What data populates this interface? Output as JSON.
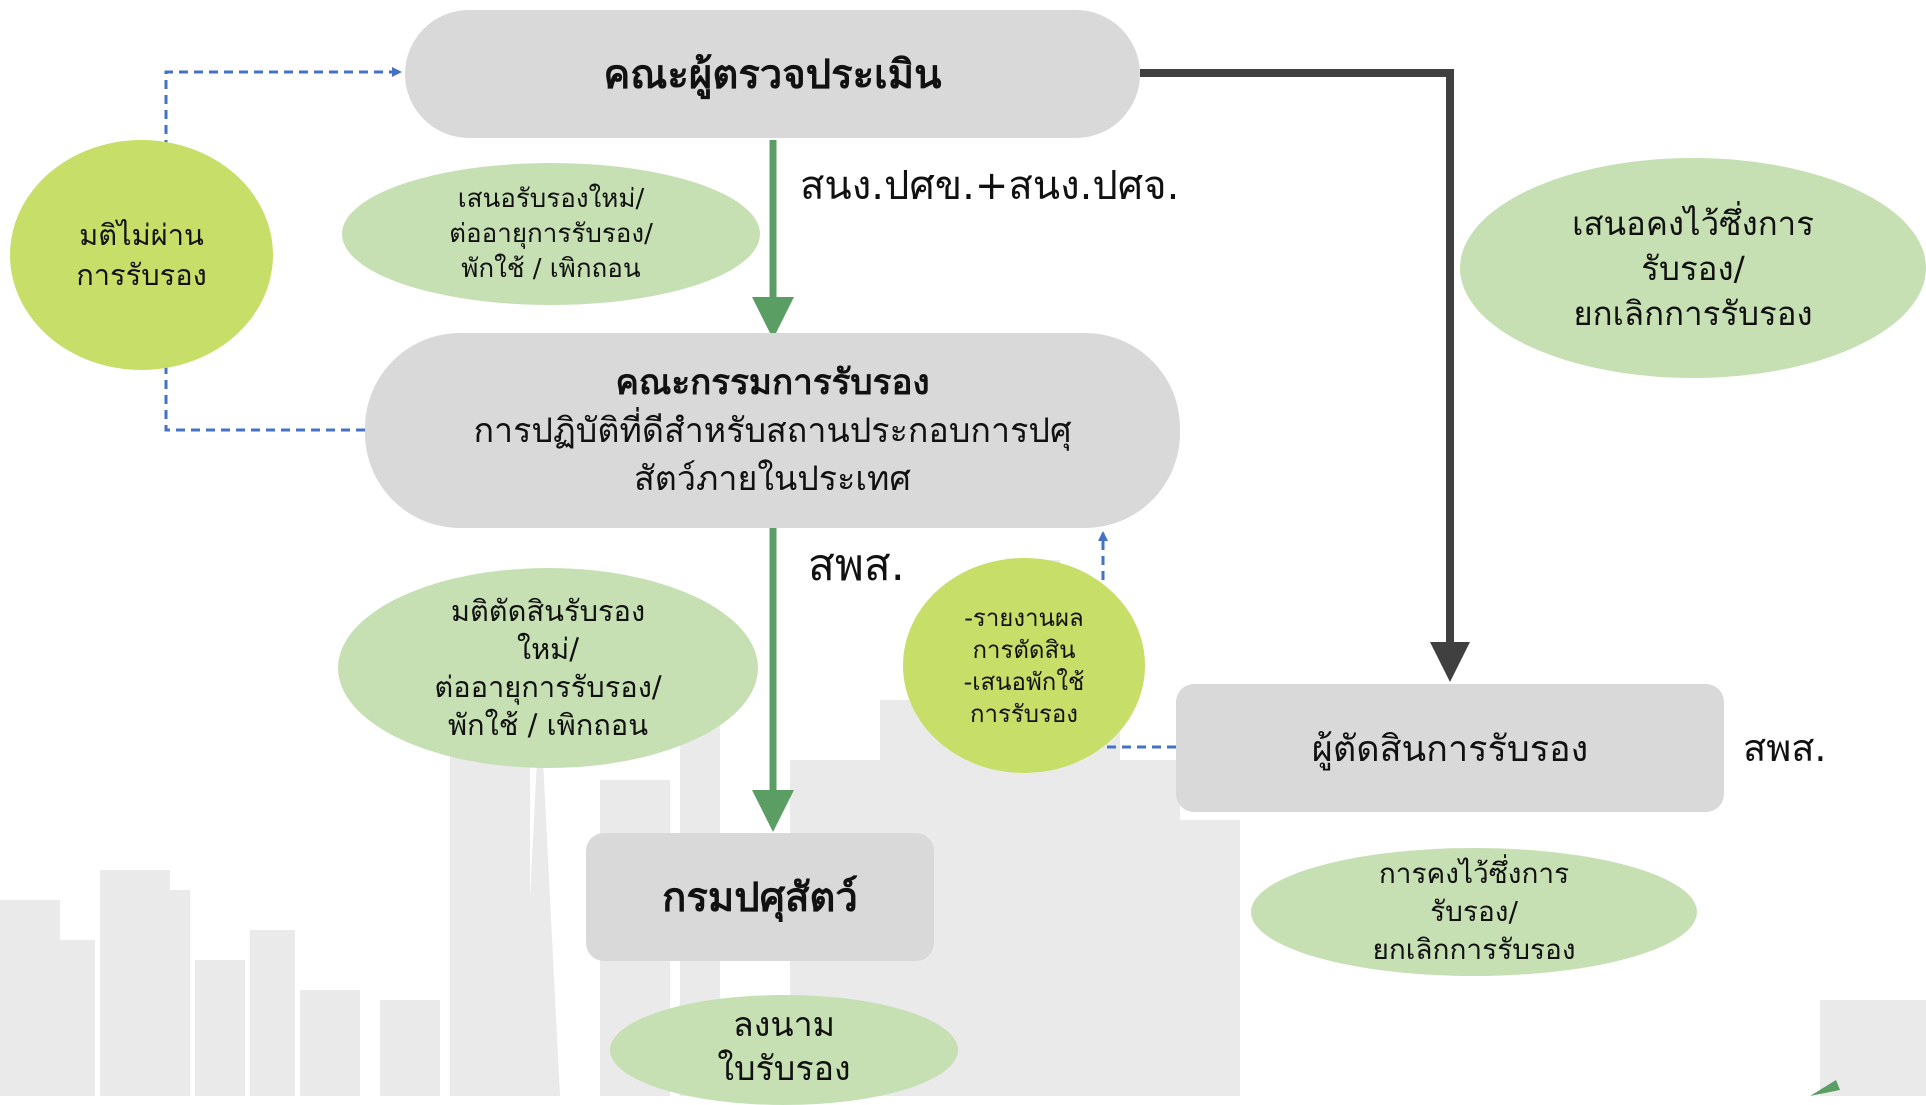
{
  "nodes": {
    "assessors": {
      "title": "คณะผู้ตรวจประเมิน"
    },
    "committee": {
      "title": "คณะกรรมการรับรอง",
      "subtitle_line1": "การปฏิบัติที่ดีสำหรับสถานประกอบการปศุ",
      "subtitle_line2": "สัตว์ภายในประเทศ"
    },
    "department": {
      "title": "กรมปศุสัตว์"
    },
    "decider": {
      "title": "ผู้ตัดสินการรับรอง"
    }
  },
  "bubbles": {
    "propose_new": {
      "lines": [
        "เสนอรับรองใหม่/",
        "ต่ออายุการรับรอง/",
        "พักใช้ / เพิกถอน"
      ]
    },
    "resolution_fail": {
      "lines": [
        "มติไม่ผ่าน",
        "การรับรอง"
      ]
    },
    "propose_keep": {
      "lines": [
        "เสนอคงไว้ซึ่งการ",
        "รับรอง/",
        "ยกเลิกการรับรอง"
      ]
    },
    "resolution_decide": {
      "lines": [
        "มติตัดสินรับรอง",
        "ใหม่/",
        "ต่ออายุการรับรอง/",
        "พักใช้ / เพิกถอน"
      ]
    },
    "report": {
      "lines": [
        "-รายงานผล",
        "การตัดสิน",
        "-เสนอพักใช้",
        "การรับรอง"
      ]
    },
    "keep_cancel": {
      "lines": [
        "การคงไว้ซึ่งการ",
        "รับรอง/",
        "ยกเลิกการรับรอง"
      ]
    },
    "sign": {
      "lines": [
        "ลงนาม",
        "ใบรับรอง"
      ]
    }
  },
  "labels": {
    "offices_top": "สนง.ปศข.+สนง.ปศจ.",
    "sps_middle": "สพส.",
    "sps_right": "สพส."
  },
  "colors": {
    "box_gray": "#d9d9d9",
    "bubble_green": "#c6e0b4",
    "bubble_lime": "#c7de68",
    "arrow_green": "#5b9e63",
    "arrow_dark": "#404040",
    "dashed_blue": "#4472c4"
  }
}
